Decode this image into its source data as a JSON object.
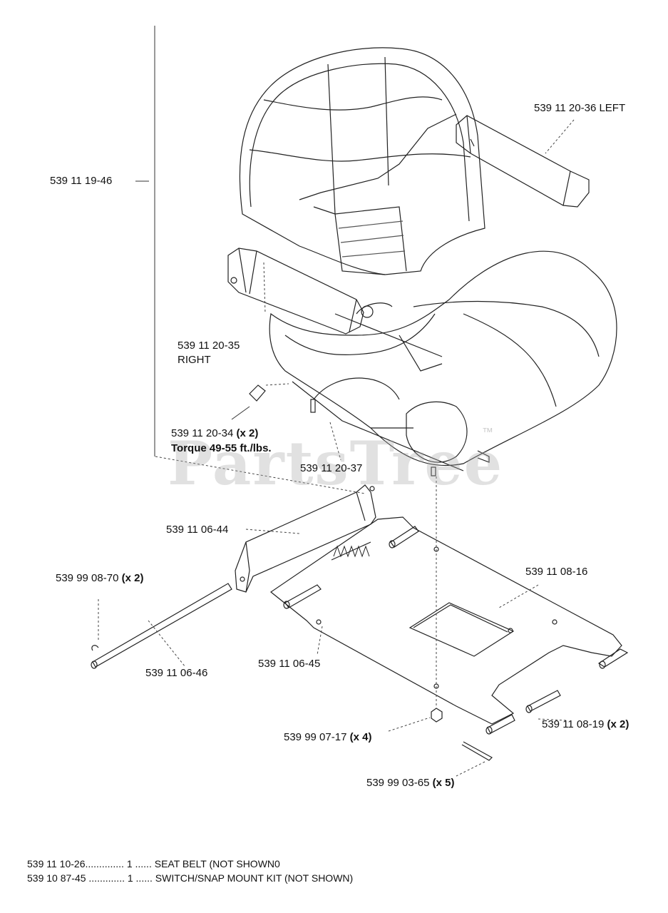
{
  "watermark": "PartsTree",
  "watermark_mark": "™",
  "labels": {
    "seat_assembly": "539 11 19-46",
    "armrest_left": "539 11 20-36 LEFT",
    "armrest_right_num": "539 11 20-35",
    "armrest_right_side": "RIGHT",
    "bolt_num": "539 11 20-34",
    "bolt_qty": "(x 2)",
    "torque_word": "Torque",
    "torque_value": "49-55 ft./lbs.",
    "seat_bracket": "539 11 20-37",
    "hinge_bracket": "539 11 06-44",
    "clip_num": "539 99 08-70",
    "clip_qty": "(x 2)",
    "seat_pan": "539 11 08-16",
    "hinge_rod": "539 11 06-46",
    "spring": "539 11 06-45",
    "nut_num": "539 99 07-17",
    "nut_qty": "(x 4)",
    "pin_num": "539 11 08-19",
    "pin_qty": "(x 2)",
    "cotter_num": "539 99 03-65",
    "cotter_qty": "(x 5)"
  },
  "footnotes": [
    "539 11 10-26.............. 1 ...... SEAT BELT (NOT SHOWN0",
    "539 10 87-45 ............. 1 ...... SWITCH/SNAP MOUNT KIT (NOT SHOWN)"
  ]
}
